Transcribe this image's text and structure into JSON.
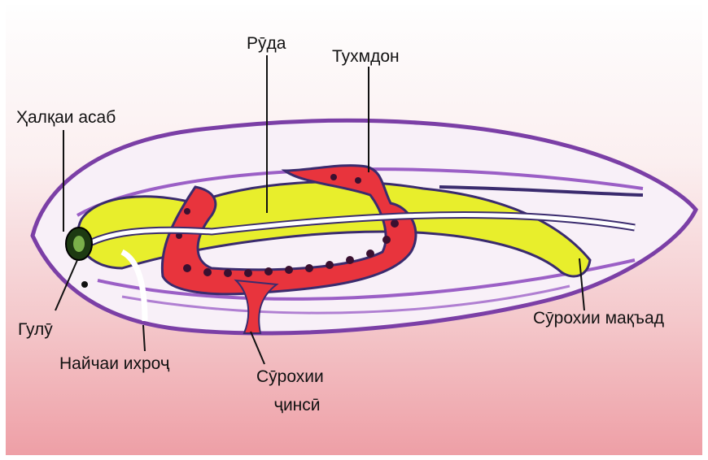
{
  "labels": {
    "ruda": "Рӯда",
    "tukhmdon": "Тухмдон",
    "halqai_asab": "Ҳалқаи асаб",
    "gulu": "Гулӯ",
    "naychai_ikhroj": "Найчаи ихроҷ",
    "surokhii_jinsi_line1": "Сӯрохии",
    "surokhii_jinsi_line2": "ҷинсӣ",
    "surokhii_maqad": "Сӯрохии мақъад"
  },
  "colors": {
    "body_fill": "#f7eef8",
    "outline": "#7b3fa6",
    "gut": "#e8ee2c",
    "ovary": "#e8343d",
    "excretory": "#ffffff",
    "label_line": "#111111"
  }
}
